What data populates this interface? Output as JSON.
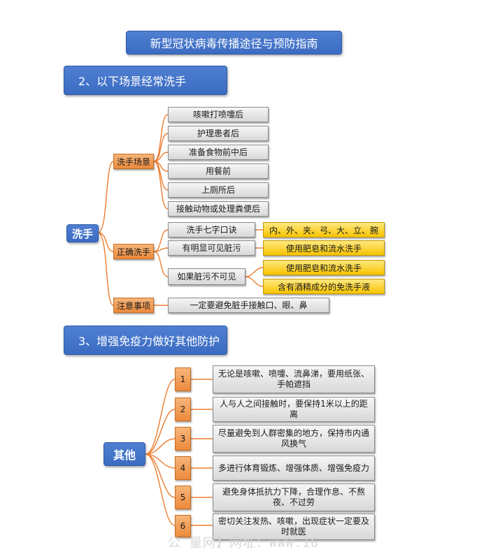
{
  "title": "新型冠状病毒传播途径与预防指南",
  "section2": {
    "heading": "2、以下场景经常洗手",
    "root": "洗手",
    "branch1": {
      "label": "洗手场景",
      "items": [
        "咳嗽打喷嚏后",
        "护理患者后",
        "准备食物前中后",
        "用餐前",
        "上厕所后",
        "接触动物或处理粪便后"
      ]
    },
    "branch2": {
      "label": "正确洗手",
      "items": [
        {
          "label": "洗手七字口诀",
          "children": [
            "内、外、夹、弓、大、立、腕"
          ]
        },
        {
          "label": "有明显可见脏污",
          "children": [
            "使用肥皂和流水洗手"
          ]
        },
        {
          "label": "如果脏污不可见",
          "children": [
            "使用肥皂和流水洗手",
            "含有酒精成分的免洗手液"
          ]
        }
      ]
    },
    "branch3": {
      "label": "注意事项",
      "items": [
        "一定要避免脏手接触口、眼、鼻"
      ]
    }
  },
  "section3": {
    "heading": "3、增强免疫力做好其他防护",
    "root": "其他",
    "items": [
      {
        "num": "1",
        "text": "无论是咳嗽、喷嚏、流鼻涕，要用纸张、手帕遮挡"
      },
      {
        "num": "2",
        "text": "人与人之间接触时，要保持1米以上的距离"
      },
      {
        "num": "3",
        "text": "尽量避免到人群密集的地方，保持市内通风换气"
      },
      {
        "num": "4",
        "text": "多进行体育锻炼、增强体质、增强免疫力"
      },
      {
        "num": "5",
        "text": "避免身体抵抗力下降，合理作息、不熬夜、不过劳"
      },
      {
        "num": "6",
        "text": "密切关注发热、咳嗽，出现症状一定要及时就医"
      }
    ]
  },
  "watermark": "公    量网】网址：WWW.16",
  "colors": {
    "blue": "#3b6cc2",
    "orange": "#ec8a3c",
    "gray": "#d8d8d8",
    "yellow": "#f7c400",
    "connector": "#ed7d31"
  }
}
